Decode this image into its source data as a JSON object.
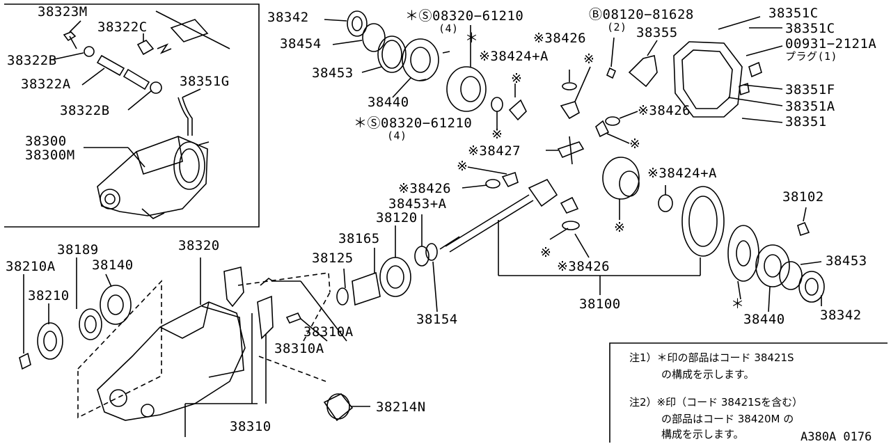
{
  "diagram": {
    "drawing_code": "A380A 0176",
    "inset_labels": {
      "p38323M": "38323M",
      "p38322C": "38322C",
      "p38322B_a": "38322B",
      "p38322A": "38322A",
      "p38351G": "38351G",
      "p38322B_b": "38322B",
      "p38300": "38300",
      "p38300M": "38300M"
    },
    "main_labels": {
      "p38342_top": "38342",
      "p38454": "38454",
      "p38453_top": "38453",
      "p38440_top": "38440",
      "bolt_a": "＊Ⓢ08320−61210",
      "bolt_a_qty": "(4)",
      "bolt_b": "＊Ⓢ08320−61210",
      "bolt_b_qty": "(4)",
      "p38424A_a": "※38424+A",
      "p38426_a": "※38426",
      "p38426_b": "※38426",
      "p38427": "※38427",
      "p38426_c": "※38426",
      "p38453A": "38453+A",
      "p38120": "38120",
      "p38165": "38165",
      "p38125": "38125",
      "p38154": "38154",
      "p38424A_b": "※38424+A",
      "p38426_d": "※38426",
      "p38100": "38100",
      "p38102": "38102",
      "p38453_r": "38453",
      "p38440_r": "38440",
      "p38342_r": "38342",
      "bolt_c": "Ⓑ08120−81628",
      "bolt_c_qty": "(2)",
      "p38355": "38355",
      "p38351C_a": "38351C",
      "p38351C_b": "38351C",
      "plug_code": "00931−2121A",
      "plug_desc": "プラグ(1)",
      "p38351F": "38351F",
      "p38351A": "38351A",
      "p38351": "38351",
      "p38210A": "38210A",
      "p38189": "38189",
      "p38140": "38140",
      "p38210": "38210",
      "p38320": "38320",
      "p38310A_a": "38310A",
      "p38310A_b": "38310A",
      "p38310": "38310",
      "p38214N": "38214N",
      "mark_star": "＊",
      "mark_kome": "※"
    },
    "notes": {
      "note1_line1": "注1）＊印の部品はコード 38421S",
      "note1_line2": "の構成を示します。",
      "note2_line1": "注2）※印（コード 38421Sを含む）",
      "note2_line2": "の部品はコード 38420M の",
      "note2_line3": "構成を示します。"
    }
  }
}
